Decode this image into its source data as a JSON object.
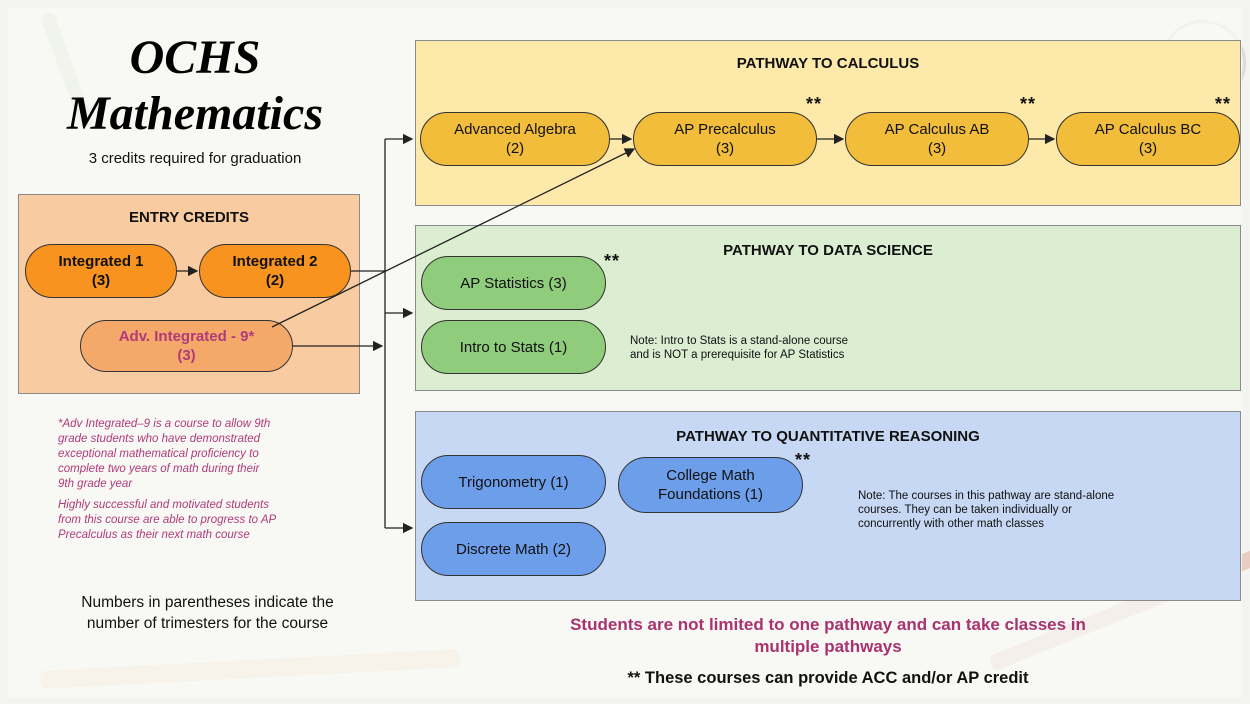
{
  "title_line1": "OCHS",
  "title_line2": "Mathematics",
  "subtitle": "3 credits required for graduation",
  "entry": {
    "title": "ENTRY CREDITS",
    "integrated1": {
      "name": "Integrated 1",
      "tri": "(3)"
    },
    "integrated2": {
      "name": "Integrated 2",
      "tri": "(2)"
    },
    "adv_integrated": {
      "name": "Adv. Integrated - 9*",
      "tri": "(3)"
    }
  },
  "calculus": {
    "title": "PATHWAY TO CALCULUS",
    "adv_algebra": {
      "name": "Advanced Algebra",
      "tri": "(2)"
    },
    "ap_precalc": {
      "name": "AP Precalculus",
      "tri": "(3)"
    },
    "ap_calc_ab": {
      "name": "AP Calculus AB",
      "tri": "(3)"
    },
    "ap_calc_bc": {
      "name": "AP Calculus BC",
      "tri": "(3)"
    }
  },
  "data_science": {
    "title": "PATHWAY TO DATA SCIENCE",
    "ap_stats": "AP Statistics (3)",
    "intro_stats": "Intro to Stats (1)",
    "note_line1": "Note:  Intro to Stats is a stand-alone course",
    "note_line2": "and is NOT a prerequisite for AP Statistics"
  },
  "quant": {
    "title": "PATHWAY TO QUANTITATIVE REASONING",
    "trig": "Trigonometry (1)",
    "college_line1": "College Math",
    "college_line2": "Foundations (1)",
    "discrete": "Discrete Math (2)",
    "note_line1": "Note:  The courses in this pathway are stand-alone",
    "note_line2": "courses.  They can be taken individually or",
    "note_line3": "concurrently with other math classes"
  },
  "stars": "**",
  "footnote1": [
    "*Adv Integrated–9  is a course to allow 9th",
    "grade students who have demonstrated",
    "exceptional mathematical proficiency to",
    "complete two years of math during their",
    "9th grade year"
  ],
  "footnote2": [
    "Highly successful and motivated students",
    "from this course are able to progress to AP",
    "Precalculus as their next math course"
  ],
  "parentheses_note": [
    "Numbers in parentheses indicate the",
    "number of trimesters for the course"
  ],
  "not_limited": [
    "Students are not limited to one pathway and can take classes in",
    "multiple pathways"
  ],
  "acc_note": "** These courses can provide ACC and/or AP credit",
  "colors": {
    "entry_box": "#f9cba1",
    "entry_pill": "#f7931e",
    "adv_pill": "#f4a86a",
    "adv_text": "#b03a7a",
    "calc_box": "#fde9a9",
    "calc_pill": "#f1bd3b",
    "data_box": "#dbeed2",
    "data_pill": "#8fcc7c",
    "quant_box": "#c6d8f3",
    "quant_pill": "#6d9eea",
    "magenta": "#a8336f"
  }
}
